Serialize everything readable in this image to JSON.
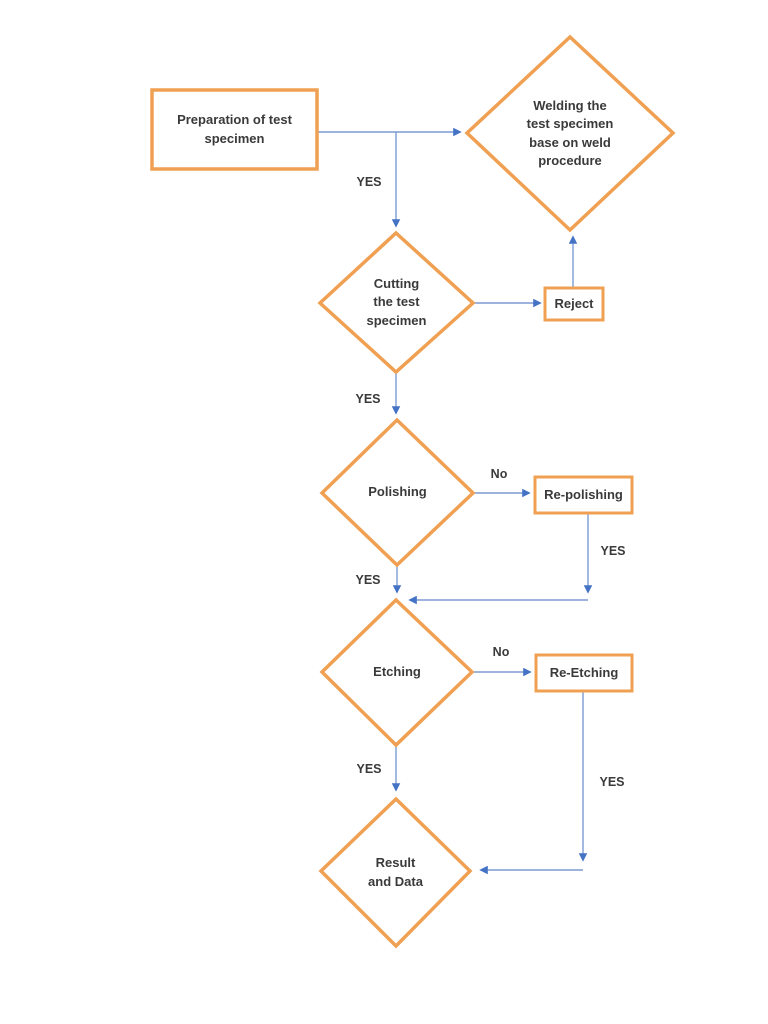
{
  "colors": {
    "background": "#FFFFFF",
    "node_fill": "#FFFFFF",
    "node_border": "#F0A052",
    "line": "#7B9BD2",
    "arrowhead": "#4472C4",
    "text": "#3A3A3A"
  },
  "diagram": {
    "nodes": {
      "prep": {
        "type": "process",
        "label": "Preparation of test specimen",
        "lines": [
          "Preparation of test",
          "specimen"
        ]
      },
      "welding": {
        "type": "decision",
        "label": "Welding the test specimen base on weld procedure",
        "lines": [
          "Welding the",
          "test specimen",
          "base on weld",
          "procedure"
        ]
      },
      "cutting": {
        "type": "decision",
        "label": "Cutting the test specimen",
        "lines": [
          "Cutting",
          "the test",
          "specimen"
        ]
      },
      "reject": {
        "type": "process",
        "label": "Reject",
        "lines": [
          "Reject"
        ]
      },
      "polishing": {
        "type": "decision",
        "label": "Polishing",
        "lines": [
          "Polishing"
        ]
      },
      "repolishing": {
        "type": "process",
        "label": "Re-polishing",
        "lines": [
          "Re-polishing"
        ]
      },
      "etching": {
        "type": "decision",
        "label": "Etching",
        "lines": [
          "Etching"
        ]
      },
      "reetching": {
        "type": "process",
        "label": "Re-Etching",
        "lines": [
          "Re-Etching"
        ]
      },
      "result": {
        "type": "decision",
        "label": "Result and Data",
        "lines": [
          "Result",
          "and Data"
        ]
      }
    },
    "edge_labels": {
      "prep_to_cutting": "YES",
      "cutting_to_polishing": "YES",
      "polishing_to_etching": "YES",
      "etching_to_result": "YES",
      "polishing_no": "No",
      "etching_no": "No",
      "repolishing_yes": "YES",
      "reetching_yes": "YES"
    }
  }
}
